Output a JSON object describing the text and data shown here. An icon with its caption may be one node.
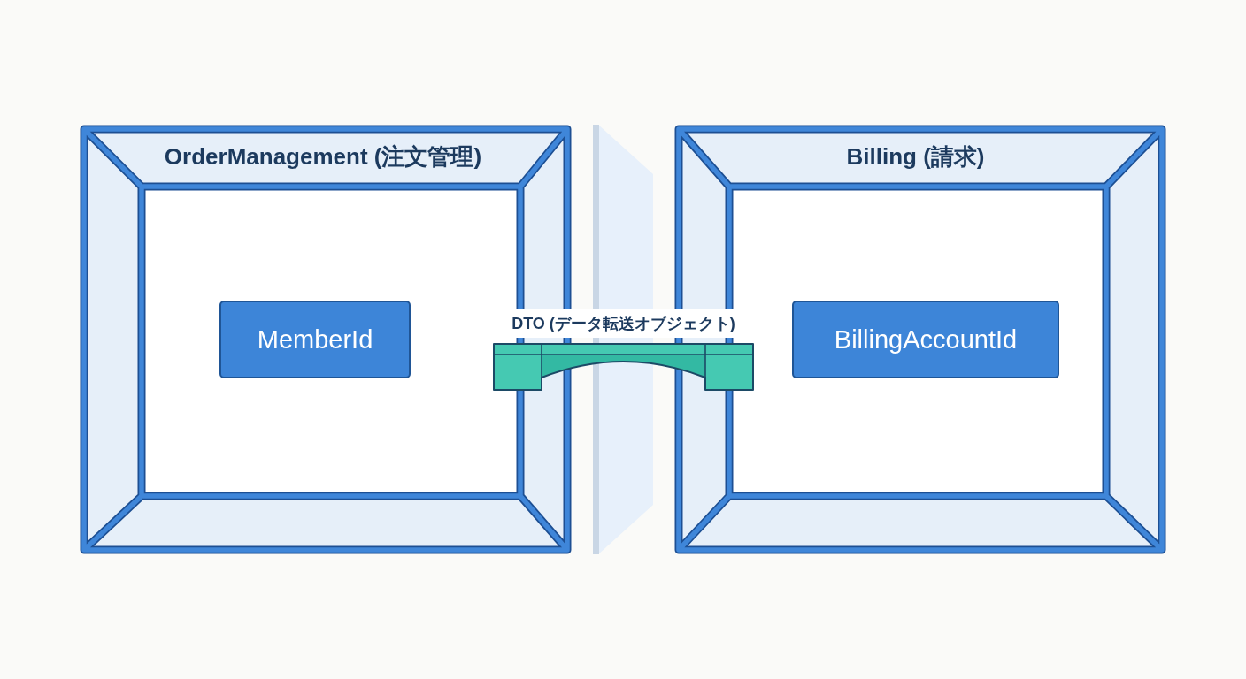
{
  "diagram": {
    "nodes": [
      {
        "text": [
          "OrderManagement (注文管理)"
        ]
      },
      {
        "text": [
          "MemberId"
        ],
        "in": 0
      },
      {
        "text": [
          "Billing (請求)"
        ]
      },
      {
        "text": [
          "BillingAccountId"
        ],
        "in": 2
      },
      {
        "text": [
          "DTO (データ転送オブジェクト)"
        ]
      }
    ]
  }
}
